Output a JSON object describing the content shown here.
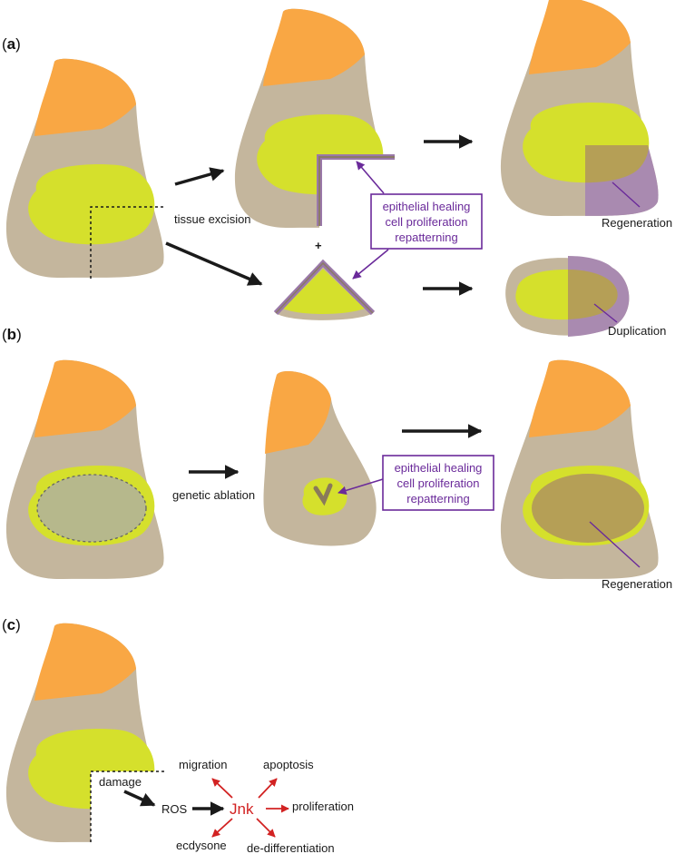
{
  "colors": {
    "tissue": "#c4b69d",
    "notum": "#f9a744",
    "pouch": "#d5e02c",
    "pouch_dark": "#b6b88c",
    "regen": "#b59f56",
    "border": "#9a78a8",
    "purple": "#6a2a9a",
    "jnk_red": "#d22222",
    "black": "#1a1a1a"
  },
  "panels": {
    "a": {
      "letter_open": "(",
      "letter": "a",
      "letter_close": ")",
      "excision_label": "tissue excision",
      "plus": "+",
      "box_lines": [
        "epithelial healing",
        "cell proliferation",
        "repatterning"
      ],
      "regeneration_label": "Regeneration",
      "duplication_label": "Duplication"
    },
    "b": {
      "letter_open": "(",
      "letter": "b",
      "letter_close": ")",
      "ablation_label": "genetic ablation",
      "box_lines": [
        "epithelial healing",
        "cell proliferation",
        "repatterning"
      ],
      "regeneration_label": "Regeneration"
    },
    "c": {
      "letter_open": "(",
      "letter": "c",
      "letter_close": ")",
      "damage_label": "damage",
      "ros_label": "ROS",
      "jnk_label": "Jnk",
      "outputs": {
        "migration": "migration",
        "apoptosis": "apoptosis",
        "proliferation": "proliferation",
        "ecdysone": "ecdysone",
        "dedifferentiation": "de-differentiation"
      }
    }
  }
}
